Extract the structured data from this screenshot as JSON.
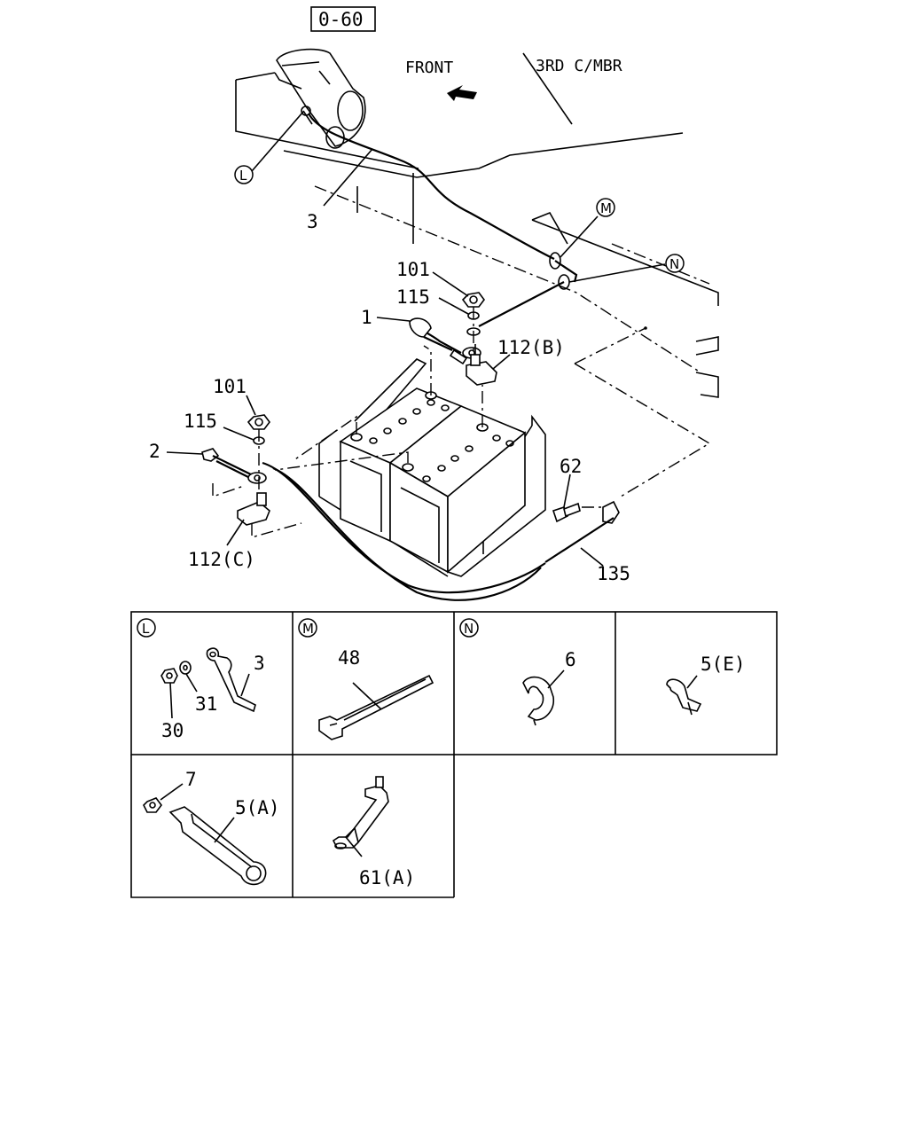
{
  "reference_box": "0-60",
  "direction_label": "FRONT",
  "member_label": "3RD C/MBR",
  "main_callouts": {
    "c3": "3",
    "c101_top": "101",
    "c115_top": "115",
    "c1": "1",
    "c112b": "112(B)",
    "c101_bot": "101",
    "c115_bot": "115",
    "c2": "2",
    "c112c": "112(C)",
    "c62": "62",
    "c135": "135"
  },
  "detail_markers": {
    "L": "L",
    "M": "M",
    "N": "N"
  },
  "detail_panels": {
    "panel_L": {
      "marker": "L",
      "parts": [
        "3",
        "31",
        "30"
      ]
    },
    "panel_M": {
      "marker": "M",
      "parts": [
        "48"
      ]
    },
    "panel_N": {
      "marker": "N",
      "parts": [
        "6"
      ]
    },
    "panel_5E": {
      "parts": [
        "5(E)"
      ]
    },
    "panel_5A": {
      "parts": [
        "7",
        "5(A)"
      ]
    },
    "panel_61A": {
      "parts": [
        "61(A)"
      ]
    }
  }
}
